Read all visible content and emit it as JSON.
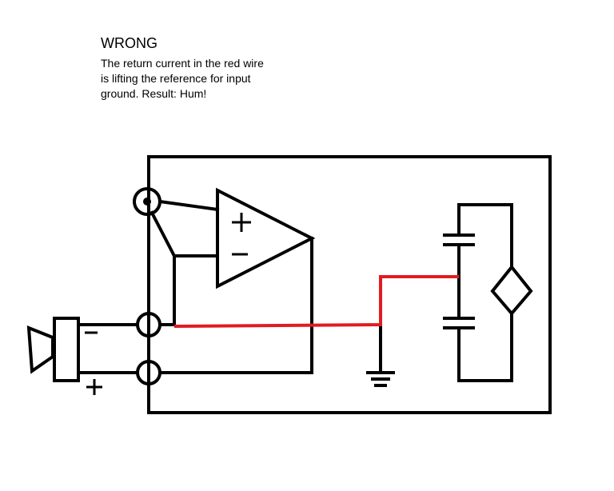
{
  "title": "WRONG",
  "caption_lines": [
    "The return current in the red wire",
    "is lifting the reference for input",
    "ground. Result: Hum!"
  ],
  "labels": {
    "opamp_plus": "+",
    "opamp_minus": "−",
    "jack_minus": "−",
    "jack_plus": "+"
  },
  "colors": {
    "wire": "#000000",
    "return_wire": "#e11b22"
  }
}
